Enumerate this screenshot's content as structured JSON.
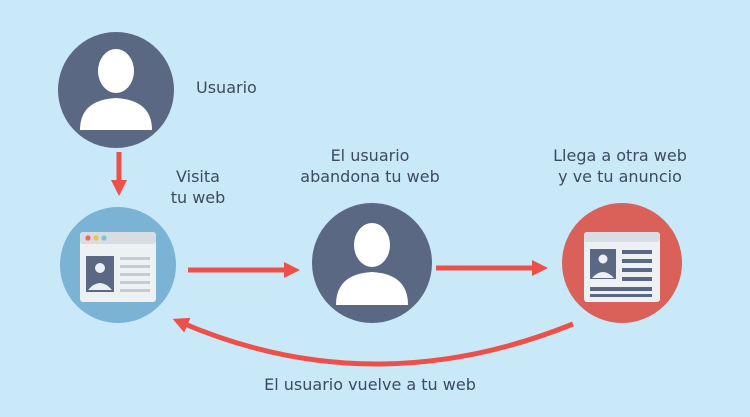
{
  "labels": {
    "user": "Usuario",
    "visit_line1": "Visita",
    "visit_line2": "tu web",
    "leave_line1": "El usuario",
    "leave_line2": "abandona tu web",
    "other_line1": "Llega a otra web",
    "other_line2": "y ve tu anuncio",
    "return": "El usuario vuelve a tu web"
  },
  "colors": {
    "background": "#c9e9f9",
    "user_circle": "#5a6884",
    "website_circle": "#7ab3d4",
    "ad_circle": "#d9615a",
    "arrow": "#ee4f49",
    "text": "#3d4a5f"
  },
  "icons": {
    "user": "user-silhouette-icon",
    "website": "browser-window-icon",
    "ad": "newspaper-icon"
  }
}
